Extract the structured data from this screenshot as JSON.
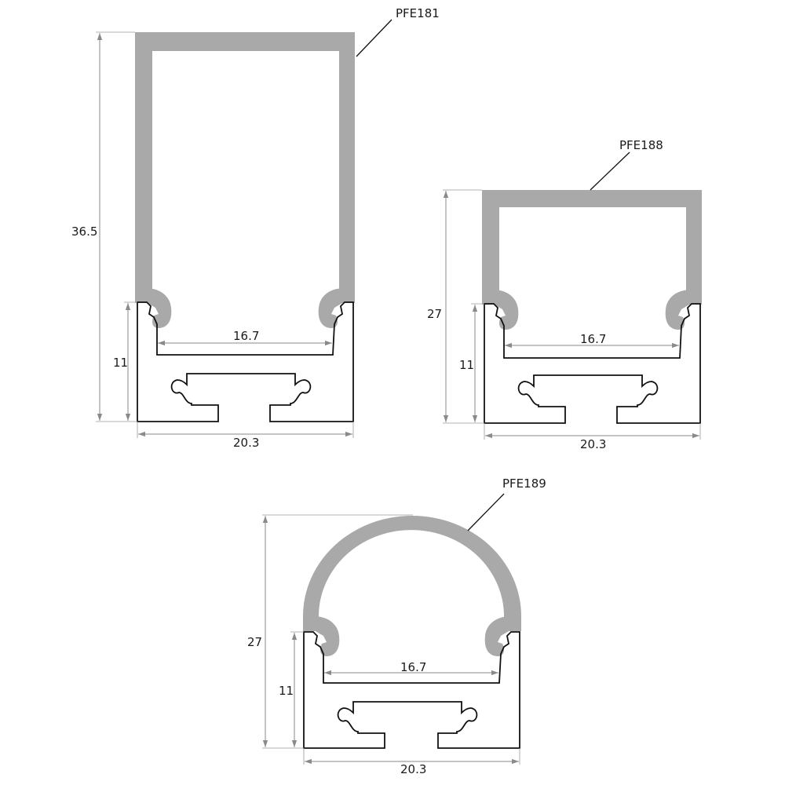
{
  "colors": {
    "cover": "#a9a9a9",
    "outline": "#111111",
    "dimension": "#8a8a8a",
    "background": "#ffffff"
  },
  "profiles": [
    {
      "id": "pfe181",
      "label": "PFE181",
      "cover_shape": "rectangular",
      "dims": {
        "total_height": "36.5",
        "base_height": "11",
        "inner_width": "16.7",
        "outer_width": "20.3"
      }
    },
    {
      "id": "pfe188",
      "label": "PFE188",
      "cover_shape": "rectangular",
      "dims": {
        "total_height": "27",
        "base_height": "11",
        "inner_width": "16.7",
        "outer_width": "20.3"
      }
    },
    {
      "id": "pfe189",
      "label": "PFE189",
      "cover_shape": "rounded",
      "dims": {
        "total_height": "27",
        "base_height": "11",
        "inner_width": "16.7",
        "outer_width": "20.3"
      }
    }
  ]
}
